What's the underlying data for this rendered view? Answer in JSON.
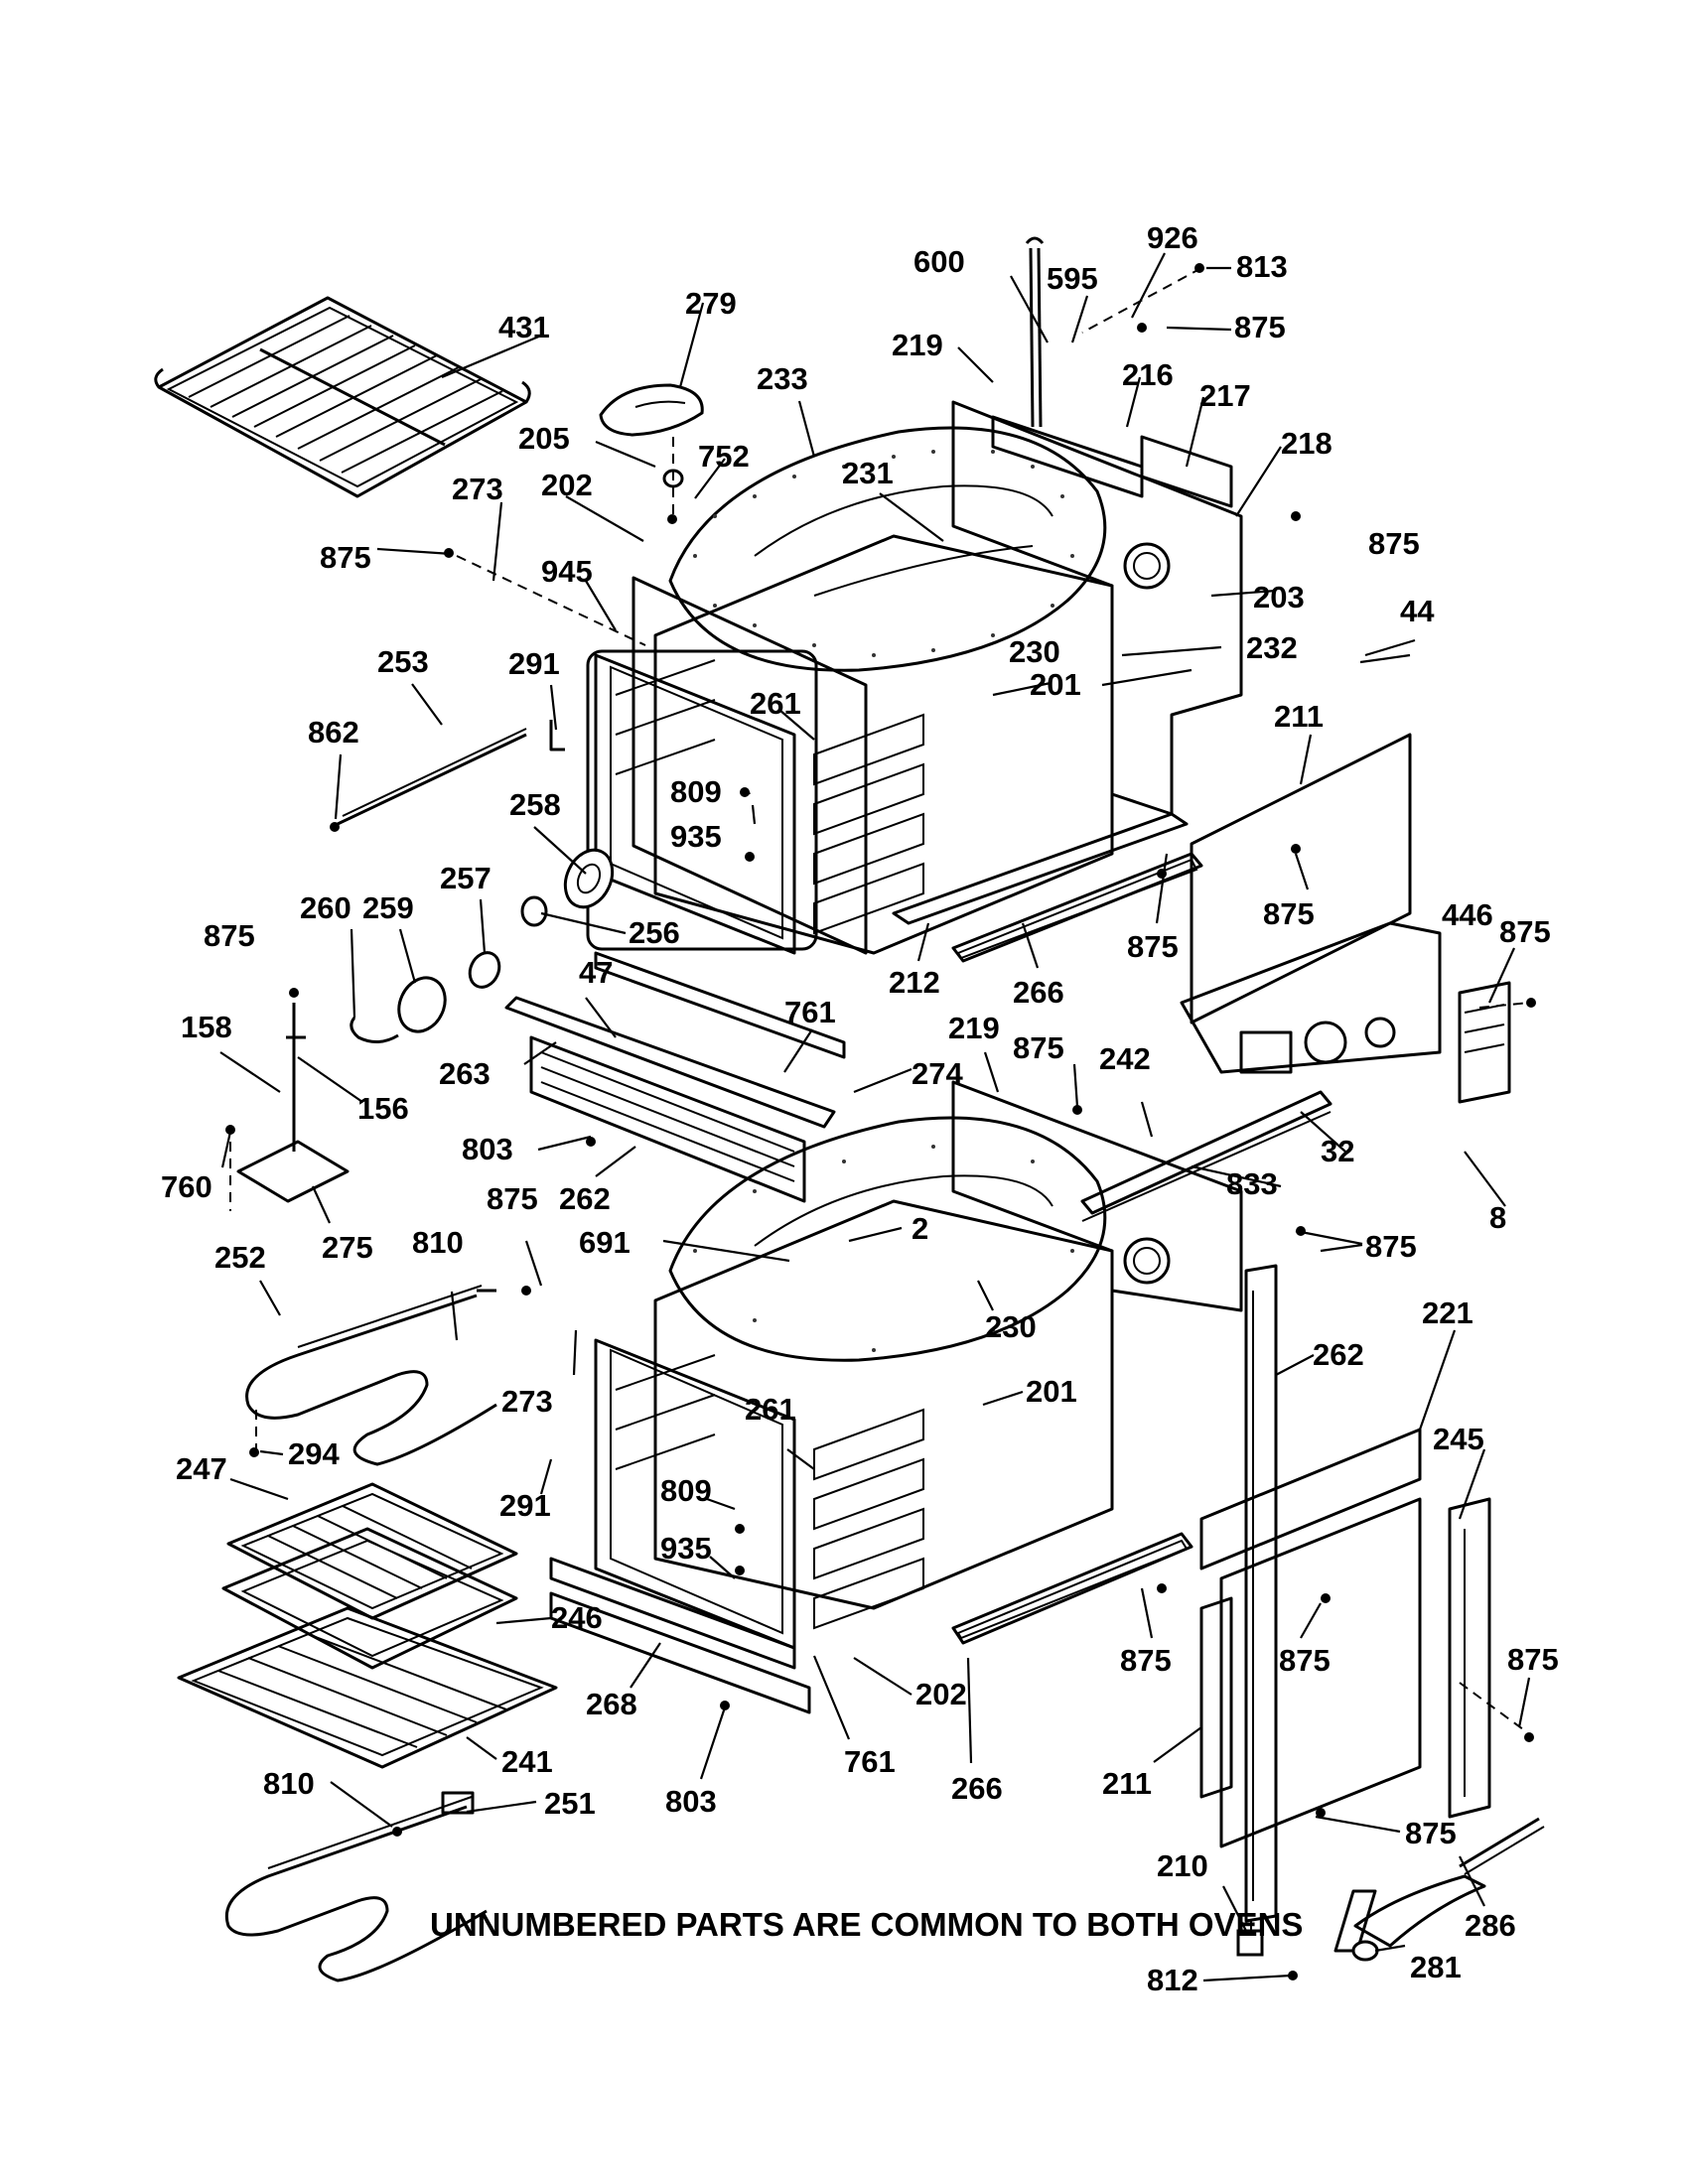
{
  "footer_note": "UNNUMBERED PARTS ARE COMMON TO BOTH OVENS",
  "callouts": [
    {
      "id": "c926",
      "text": "926"
    },
    {
      "id": "c813",
      "text": "813"
    },
    {
      "id": "c600",
      "text": "600"
    },
    {
      "id": "c595",
      "text": "595"
    },
    {
      "id": "c875a",
      "text": "875"
    },
    {
      "id": "c279",
      "text": "279"
    },
    {
      "id": "c219a",
      "text": "219"
    },
    {
      "id": "c431",
      "text": "431"
    },
    {
      "id": "c233",
      "text": "233"
    },
    {
      "id": "c216",
      "text": "216"
    },
    {
      "id": "c217",
      "text": "217"
    },
    {
      "id": "c205",
      "text": "205"
    },
    {
      "id": "c752",
      "text": "752"
    },
    {
      "id": "c218",
      "text": "218"
    },
    {
      "id": "c231",
      "text": "231"
    },
    {
      "id": "c273a",
      "text": "273"
    },
    {
      "id": "c202a",
      "text": "202"
    },
    {
      "id": "c875b",
      "text": "875"
    },
    {
      "id": "c875c",
      "text": "875"
    },
    {
      "id": "c945",
      "text": "945"
    },
    {
      "id": "c203",
      "text": "203"
    },
    {
      "id": "c44",
      "text": "44"
    },
    {
      "id": "c230a",
      "text": "230"
    },
    {
      "id": "c232",
      "text": "232"
    },
    {
      "id": "c253",
      "text": "253"
    },
    {
      "id": "c291a",
      "text": "291"
    },
    {
      "id": "c201a",
      "text": "201"
    },
    {
      "id": "c211a",
      "text": "211"
    },
    {
      "id": "c261a",
      "text": "261"
    },
    {
      "id": "c862",
      "text": "862"
    },
    {
      "id": "c809a",
      "text": "809"
    },
    {
      "id": "c258",
      "text": "258"
    },
    {
      "id": "c935a",
      "text": "935"
    },
    {
      "id": "c257",
      "text": "257"
    },
    {
      "id": "c875d",
      "text": "875"
    },
    {
      "id": "c260",
      "text": "260"
    },
    {
      "id": "c259",
      "text": "259"
    },
    {
      "id": "c256",
      "text": "256"
    },
    {
      "id": "c875e",
      "text": "875"
    },
    {
      "id": "c446",
      "text": "446"
    },
    {
      "id": "c875f",
      "text": "875"
    },
    {
      "id": "c212",
      "text": "212"
    },
    {
      "id": "c266a",
      "text": "266"
    },
    {
      "id": "c875g",
      "text": "875"
    },
    {
      "id": "c47",
      "text": "47"
    },
    {
      "id": "c761a",
      "text": "761"
    },
    {
      "id": "c219b",
      "text": "219"
    },
    {
      "id": "c158",
      "text": "158"
    },
    {
      "id": "c875h",
      "text": "875"
    },
    {
      "id": "c242",
      "text": "242"
    },
    {
      "id": "c263",
      "text": "263"
    },
    {
      "id": "c274",
      "text": "274"
    },
    {
      "id": "c156",
      "text": "156"
    },
    {
      "id": "c32",
      "text": "32"
    },
    {
      "id": "c803a",
      "text": "803"
    },
    {
      "id": "c833",
      "text": "833"
    },
    {
      "id": "c760",
      "text": "760"
    },
    {
      "id": "c875i",
      "text": "875"
    },
    {
      "id": "c262a",
      "text": "262"
    },
    {
      "id": "c8",
      "text": "8"
    },
    {
      "id": "c275",
      "text": "275"
    },
    {
      "id": "c810a",
      "text": "810"
    },
    {
      "id": "c2",
      "text": "2"
    },
    {
      "id": "c691",
      "text": "691"
    },
    {
      "id": "c875j",
      "text": "875"
    },
    {
      "id": "c252",
      "text": "252"
    },
    {
      "id": "c221",
      "text": "221"
    },
    {
      "id": "c262b",
      "text": "262"
    },
    {
      "id": "c230b",
      "text": "230"
    },
    {
      "id": "c273b",
      "text": "273"
    },
    {
      "id": "c201b",
      "text": "201"
    },
    {
      "id": "c245",
      "text": "245"
    },
    {
      "id": "c261b",
      "text": "261"
    },
    {
      "id": "c294",
      "text": "294"
    },
    {
      "id": "c247",
      "text": "247"
    },
    {
      "id": "c291b",
      "text": "291"
    },
    {
      "id": "c809b",
      "text": "809"
    },
    {
      "id": "c935b",
      "text": "935"
    },
    {
      "id": "c246",
      "text": "246"
    },
    {
      "id": "c875k",
      "text": "875"
    },
    {
      "id": "c875l",
      "text": "875"
    },
    {
      "id": "c875m",
      "text": "875"
    },
    {
      "id": "c268",
      "text": "268"
    },
    {
      "id": "c202b",
      "text": "202"
    },
    {
      "id": "c761b",
      "text": "761"
    },
    {
      "id": "c241",
      "text": "241"
    },
    {
      "id": "c266b",
      "text": "266"
    },
    {
      "id": "c211b",
      "text": "211"
    },
    {
      "id": "c810b",
      "text": "810"
    },
    {
      "id": "c803b",
      "text": "803"
    },
    {
      "id": "c251",
      "text": "251"
    },
    {
      "id": "c875n",
      "text": "875"
    },
    {
      "id": "c210",
      "text": "210"
    },
    {
      "id": "c286",
      "text": "286"
    },
    {
      "id": "c281",
      "text": "281"
    },
    {
      "id": "c812",
      "text": "812"
    }
  ]
}
